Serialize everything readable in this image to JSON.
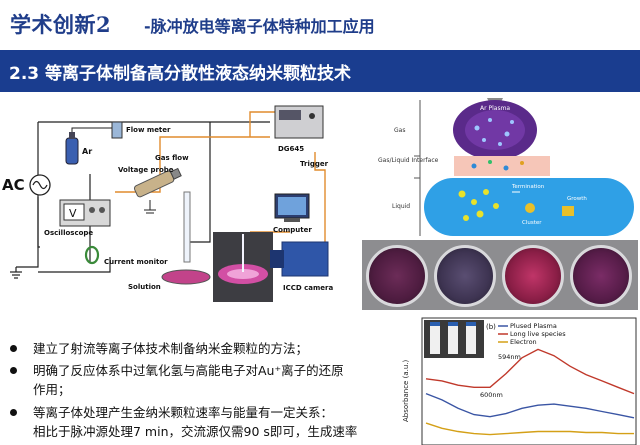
{
  "header": {
    "title_main": "学术创新2",
    "title_sub": "-脉冲放电等离子体特种加工应用"
  },
  "section": {
    "title": "2.3 等离子体制备高分散性液态纳米颗粒技术"
  },
  "schematic": {
    "ac_label": "AC",
    "flow_meter": "Flow meter",
    "ar": "Ar",
    "gas_flow": "Gas flow",
    "voltage_probe": "Voltage probe",
    "oscilloscope": "Oscilloscope",
    "v_label": "V",
    "current_monitor": "Current monitor",
    "solution": "Solution",
    "dg645": "DG645",
    "trigger": "Trigger",
    "computer": "Computer",
    "iccd_camera": "ICCD camera"
  },
  "plasma_diagram": {
    "ar_plasma": "Ar Plasma",
    "gas": "Gas",
    "interface": "Gas/Liquid Interface",
    "liquid": "Liquid",
    "termination": "Termination",
    "cluster": "Cluster",
    "growth": "Growth"
  },
  "bullets": [
    {
      "text": "建立了射流等离子体技术制备纳米金颗粒的方法；"
    },
    {
      "text": "明确了反应体系中过氧化氢与高能电子对Au⁺离子的还原",
      "cont": "作用；"
    },
    {
      "text": "等离子体处理产生金纳米颗粒速率与能量有一定关系：",
      "cont": "相比于脉冲源处理7 min，交流源仅需90 s即可，生成速率"
    }
  ],
  "chart": {
    "panel_label": "(b)",
    "ylabel": "Absorbance (a.u.)",
    "annotations": [
      "594nm",
      "600nm"
    ],
    "legend": [
      "Plused Plasma",
      "Long live species",
      "Electron"
    ]
  },
  "chart_data": {
    "type": "line",
    "title": "",
    "xlabel": "",
    "ylabel": "Absorbance (a.u.)",
    "annotations": [
      "594nm",
      "600nm"
    ],
    "series": [
      {
        "name": "Plused Plasma",
        "color": "#c0392b",
        "values": [
          0.8,
          0.78,
          0.74,
          0.72,
          0.72,
          0.85,
          1.0,
          1.08,
          1.02,
          0.92,
          0.84,
          0.78,
          0.72,
          0.66
        ]
      },
      {
        "name": "Long live species",
        "color": "#3a55a4",
        "values": [
          0.66,
          0.6,
          0.52,
          0.46,
          0.44,
          0.47,
          0.52,
          0.55,
          0.56,
          0.54,
          0.52,
          0.49,
          0.46,
          0.43
        ]
      },
      {
        "name": "Electron",
        "color": "#d4a017",
        "values": [
          0.38,
          0.33,
          0.3,
          0.28,
          0.27,
          0.28,
          0.29,
          0.3,
          0.3,
          0.3,
          0.29,
          0.29,
          0.28,
          0.28
        ]
      }
    ]
  }
}
